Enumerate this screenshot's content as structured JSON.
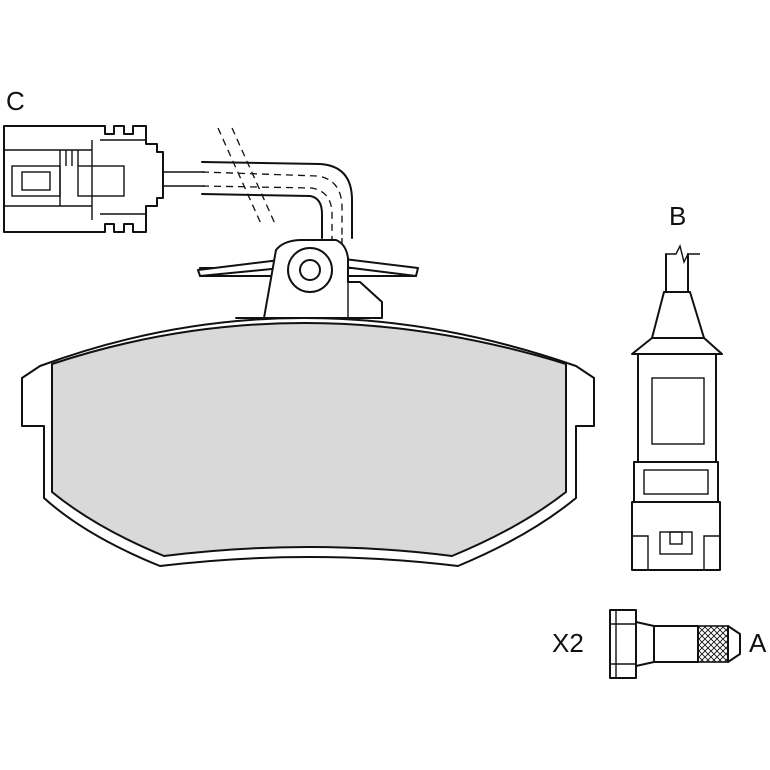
{
  "labels": {
    "c": "C",
    "b": "B",
    "x2": "X2",
    "a": "A"
  },
  "colors": {
    "pad_fill": "#d9d9d9",
    "line": "#111111",
    "background": "#ffffff"
  }
}
